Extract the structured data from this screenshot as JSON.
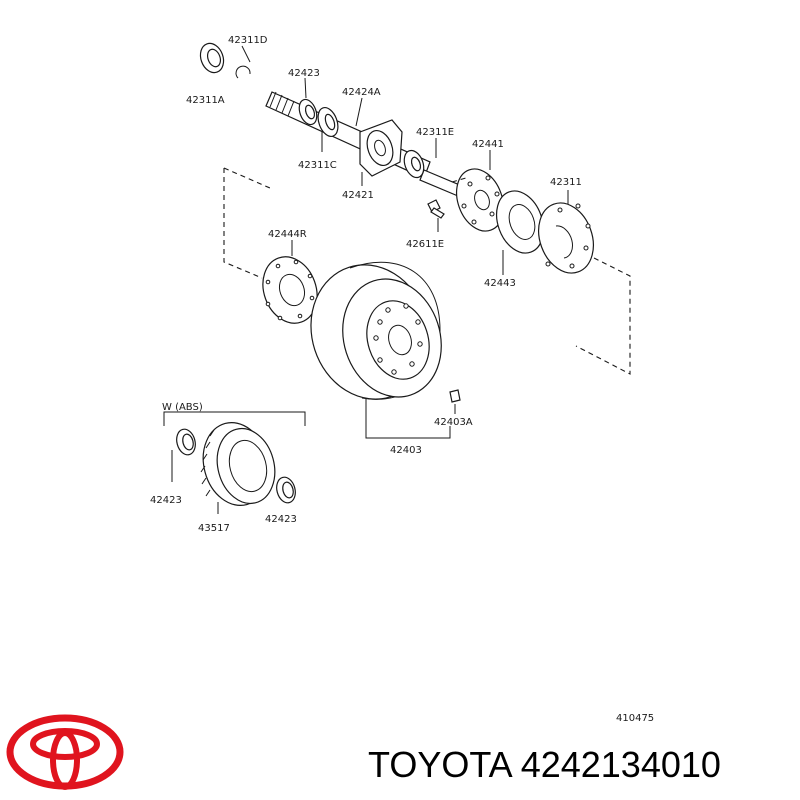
{
  "diagram_code": "410475",
  "caption": "TOYOTA 4242134010",
  "abs_group": "W (ABS)",
  "brand_color": "#e0141e",
  "logo_name": "toyota-logo",
  "parts": {
    "p42311D": "42311D",
    "p42311A": "42311A",
    "p42423_top": "42423",
    "p42424A": "42424A",
    "p42311C": "42311C",
    "p42311E": "42311E",
    "p42421": "42421",
    "p42441": "42441",
    "p42311": "42311",
    "p42444R": "42444R",
    "p42611E": "42611E",
    "p42443": "42443",
    "p42403A": "42403A",
    "p42403": "42403",
    "p42423_left": "42423",
    "p43517": "43517",
    "p42423_right": "42423"
  }
}
